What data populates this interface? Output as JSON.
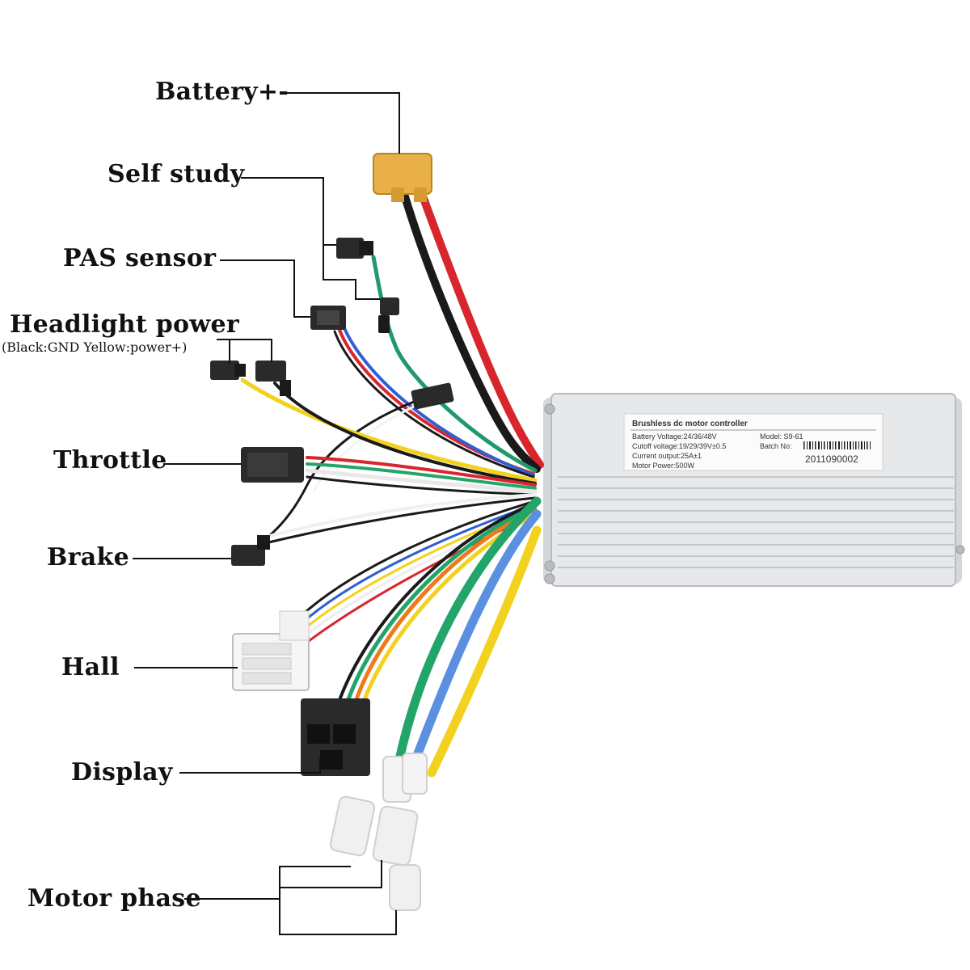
{
  "labels": {
    "battery": "Battery+-",
    "self_study": "Self study",
    "pas_sensor": "PAS sensor",
    "headlight_power": "Headlight power",
    "headlight_note": "(Black:GND Yellow:power+)",
    "throttle": "Throttle",
    "brake": "Brake",
    "hall": "Hall",
    "display": "Display",
    "motor_phase": "Motor phase"
  },
  "controller_label": {
    "title": "Brushless dc motor controller",
    "battery_voltage": "Battery Voltage:24/36/48V",
    "cutoff_voltage": "Cutoff voltage:19/29/39V±0.5",
    "current_output": "Current output:25A±1",
    "motor_power": "Motor Power:500W",
    "model": "Model: S9-61",
    "batch_label": "Batch No:",
    "batch_number": "2011090002"
  },
  "colors": {
    "controller_body": "#e4e6e8",
    "battery_connector": "#e8b046",
    "wire_red": "#d8262c",
    "wire_black": "#1a1a1a",
    "wire_green": "#1f9a6c",
    "wire_blue": "#2f5fd0",
    "wire_yellow": "#f2d21e",
    "wire_white": "#f4f4f4",
    "wire_orange": "#ee7a1a",
    "wire_lightblue": "#5b8fe0",
    "wire_lightgreen": "#23a56a"
  }
}
